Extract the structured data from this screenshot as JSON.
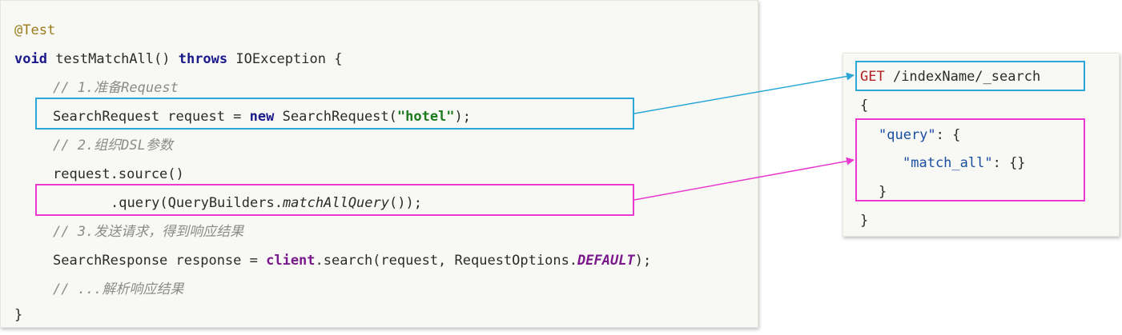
{
  "java": {
    "annotation": "@Test",
    "sig_void": "void",
    "sig_name": " testMatchAll() ",
    "sig_throws": "throws",
    "sig_rest": " IOException {",
    "comment1": "// 1.准备Request",
    "req_pre": "SearchRequest request = ",
    "req_new": "new",
    "req_mid": " SearchRequest(",
    "req_str": "\"hotel\"",
    "req_end": ");",
    "comment2": "// 2.组织DSL参数",
    "source": "request.source()",
    "query_pre": ".query(QueryBuilders.",
    "query_method": "matchAllQuery",
    "query_end": "());",
    "comment3": "// 3.发送请求，得到响应结果",
    "resp_pre": "SearchResponse response = ",
    "resp_client": "client",
    "resp_mid": ".search(request, RequestOptions.",
    "resp_default": "DEFAULT",
    "resp_end": ");",
    "comment4": "// ...解析响应结果",
    "close": "}"
  },
  "dsl": {
    "method": "GET",
    "path": " /indexName/_search",
    "open": "{",
    "query_key": "\"query\"",
    "query_rest": ": {",
    "match_key": "\"match_all\"",
    "match_rest": ": {}",
    "inner_close": "}",
    "close": "}"
  },
  "colors": {
    "blue_highlight": "#2aa7d8",
    "pink_highlight": "#e83ad0"
  }
}
